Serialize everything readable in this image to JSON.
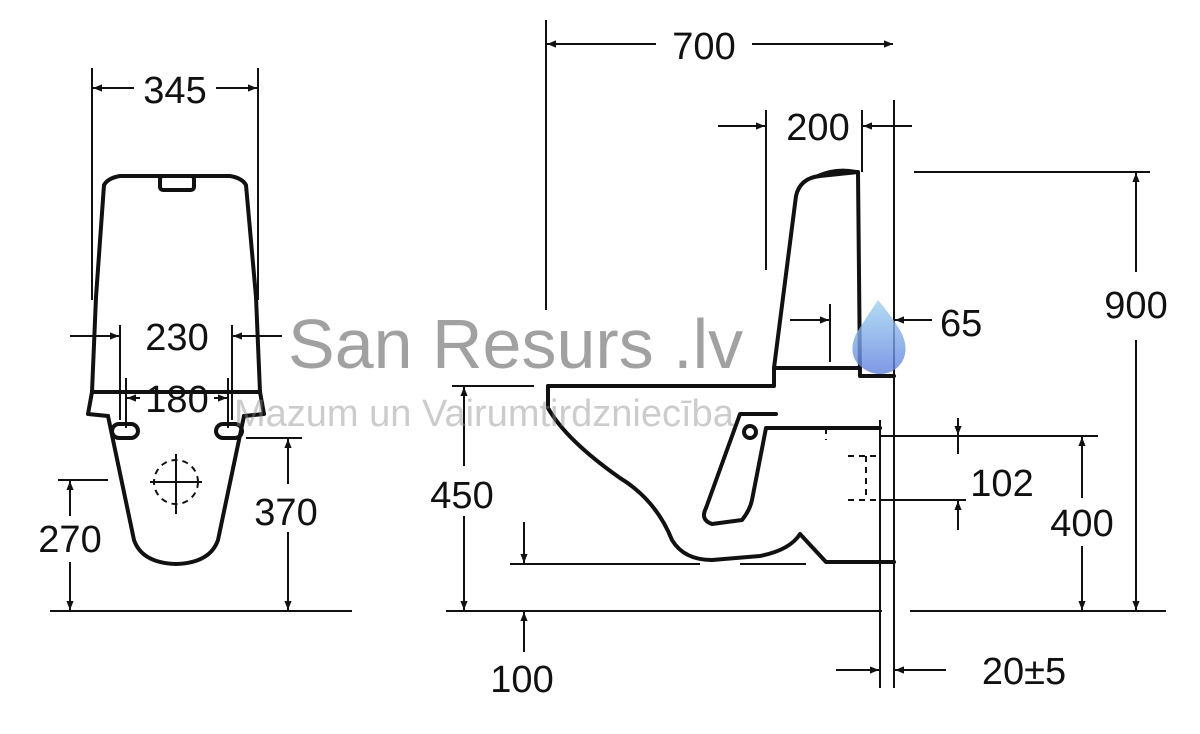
{
  "dimensions": {
    "front_width": "345",
    "front_fix_outer": "230",
    "front_fix_inner": "180",
    "front_h_270": "270",
    "front_h_370": "370",
    "side_depth": "700",
    "side_tank_depth": "200",
    "side_offset_65": "65",
    "side_total_height": "900",
    "side_seat_height": "450",
    "side_outlet_102": "102",
    "side_outlet_400": "400",
    "side_100": "100",
    "side_wall_gap": "20±5"
  },
  "watermark": {
    "brand": "San Resurs .lv",
    "tagline": "Mazum un Vairumtirdzniecība",
    "drop_color": "#6f8fe0"
  },
  "colors": {
    "line": "#111111",
    "background": "#ffffff"
  }
}
